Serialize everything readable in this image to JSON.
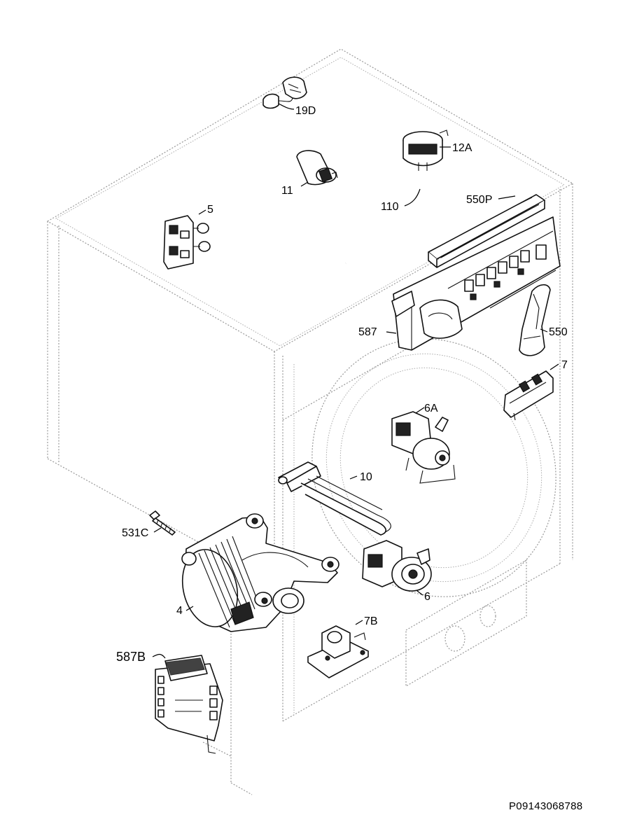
{
  "labels": {
    "p19D": "19D",
    "p12A": "12A",
    "p11": "11",
    "p110": "110",
    "p550P": "550P",
    "p5": "5",
    "p587": "587",
    "p550": "550",
    "p7": "7",
    "p6A": "6A",
    "p10": "10",
    "p531C": "531C",
    "p6": "6",
    "p4": "4",
    "p7B": "7B",
    "p587B": "587B"
  },
  "drawing_code": "P09143068788"
}
